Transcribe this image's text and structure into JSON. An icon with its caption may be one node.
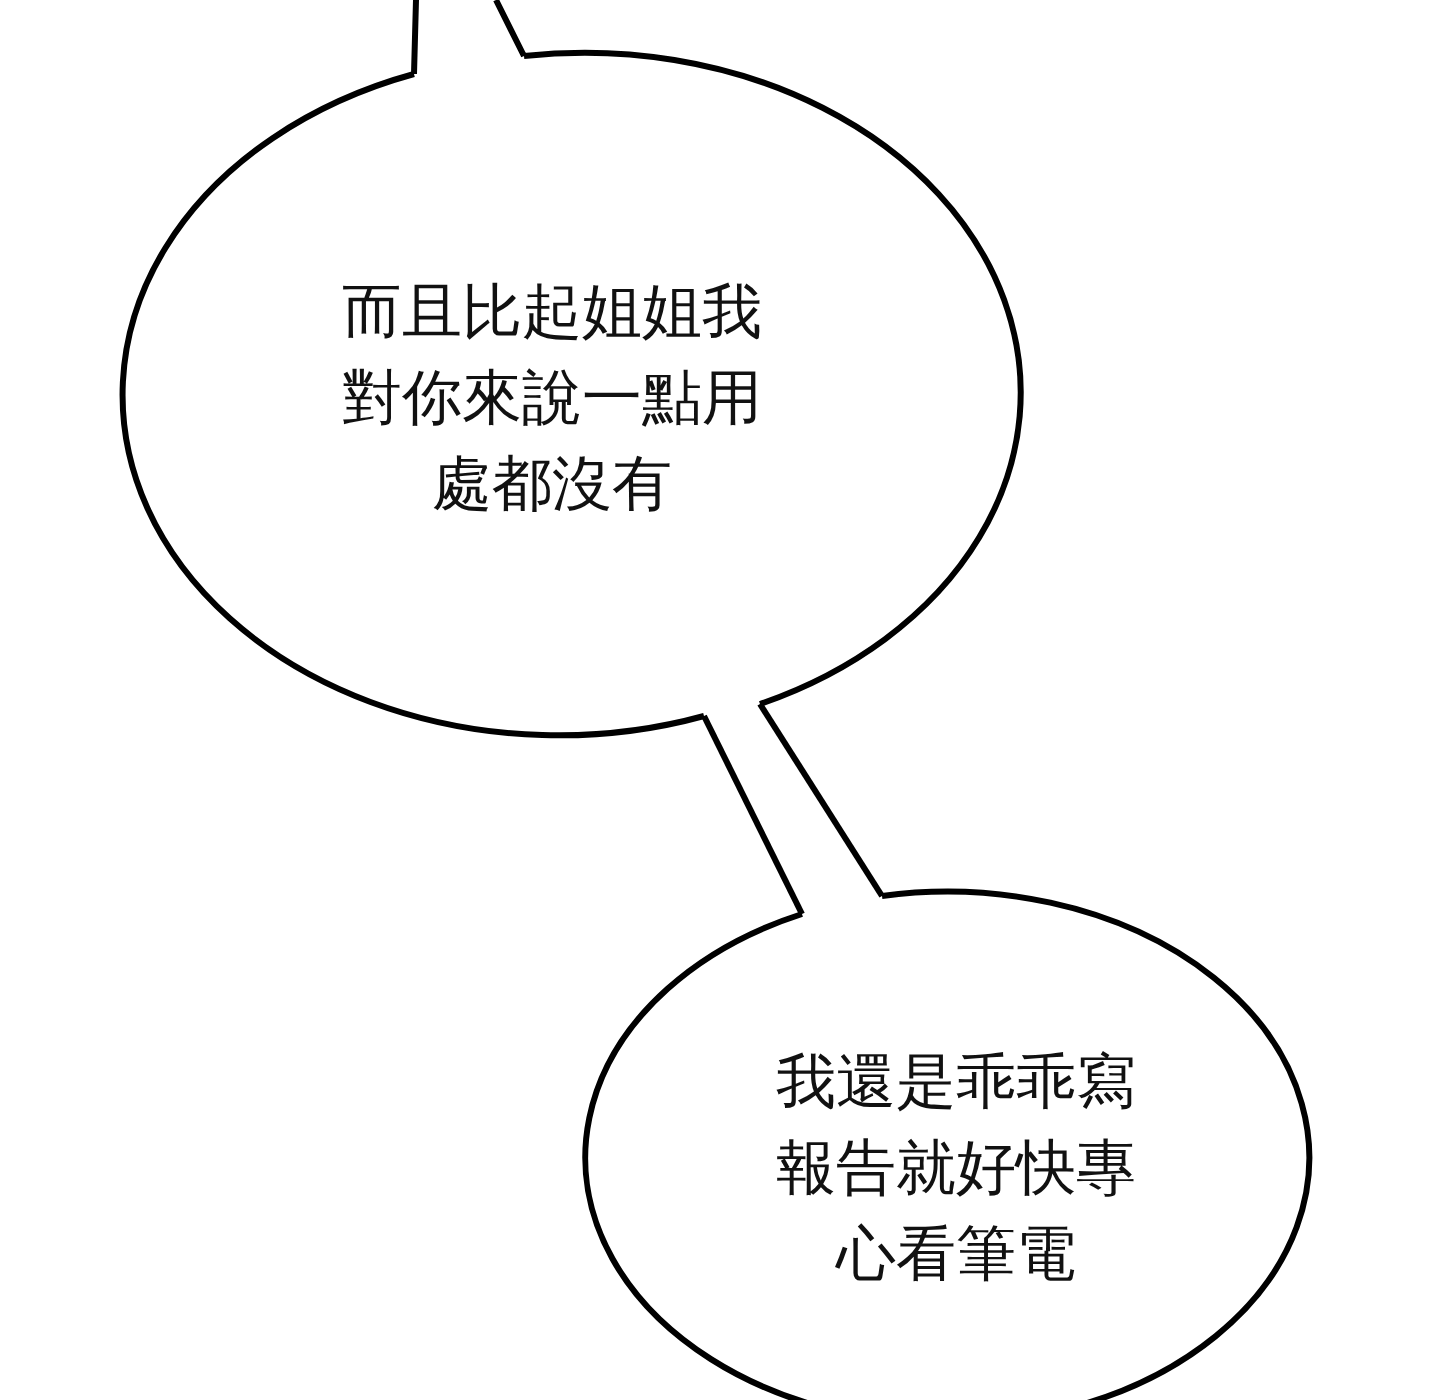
{
  "diagram": {
    "nodes": [
      {
        "text": [
          "而且比起姐姐我對你來說一點用處都沒有"
        ]
      },
      {
        "text": [
          "我還是乖乖寫報告就好快專心看筆電"
        ]
      }
    ],
    "edges": [
      {
        "from": 0,
        "to": 1,
        "arrow": "none"
      },
      {
        "from": 0,
        "to": 1,
        "arrow": "none"
      }
    ]
  }
}
